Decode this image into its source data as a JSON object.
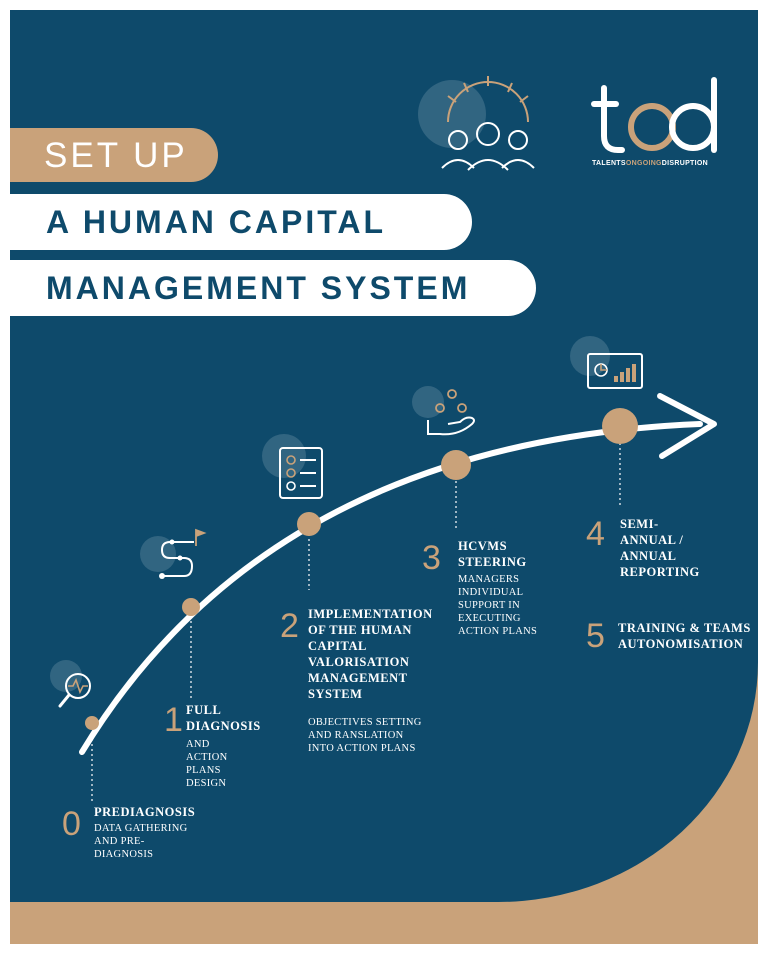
{
  "header": {
    "setup": "SET UP",
    "title_line1": "A HUMAN CAPITAL",
    "title_line2": "MANAGEMENT SYSTEM"
  },
  "logo": {
    "mark": "tod",
    "tag_part1": "TALENTS",
    "tag_part2": "ONGOING",
    "tag_part3": "DISRUPTION"
  },
  "colors": {
    "navy": "#0e4a6b",
    "accent": "#c9a27a",
    "white": "#ffffff"
  },
  "steps": [
    {
      "number": "0",
      "title": "PREDIAGNOSIS",
      "desc": "DATA GATHERING AND PRE- DIAGNOSIS",
      "icon": "magnifier-heartbeat-icon"
    },
    {
      "number": "1",
      "title": "FULL DIAGNOSIS",
      "desc": "AND ACTION PLANS DESIGN",
      "icon": "path-flag-icon"
    },
    {
      "number": "2",
      "title": "IMPLEMENTATION OF THE HUMAN CAPITAL VALORISATION MANAGEMENT SYSTEM",
      "desc": "OBJECTIVES SETTING AND RANSLATION INTO ACTION PLANS",
      "icon": "checklist-icon"
    },
    {
      "number": "3",
      "title": "HCVMS STEERING",
      "desc": "MANAGERS INDIVIDUAL SUPPORT IN EXECUTING ACTION PLANS",
      "icon": "hand-gears-icon"
    },
    {
      "number": "4",
      "title": "SEMI- ANNUAL / ANNUAL REPORTING",
      "desc": "",
      "icon": "dashboard-chart-icon"
    },
    {
      "number": "5",
      "title": "TRAINING & TEAMS AUTONOMISATION",
      "desc": "",
      "icon": ""
    }
  ]
}
